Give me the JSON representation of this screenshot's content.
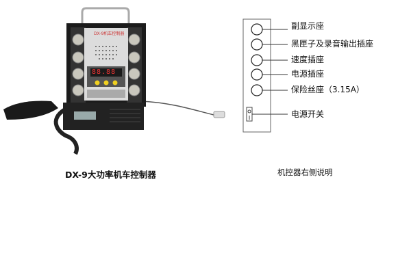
{
  "product": {
    "panel_title": "DX-9机车控制器",
    "display_value": "88.88",
    "caption": "DX-9大功率机车控制器"
  },
  "side_diagram": {
    "labels": [
      "副显示座",
      "黑匣子及录音输出插座",
      "速度插座",
      "电源插座",
      "保险丝座（3.15A）",
      "电源开关"
    ],
    "caption": "机控器右侧说明"
  }
}
